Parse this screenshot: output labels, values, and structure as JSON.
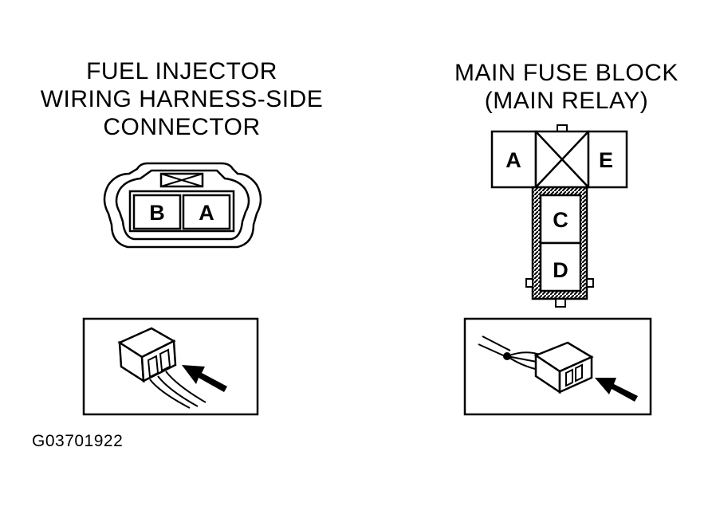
{
  "left": {
    "title_lines": [
      "FUEL INJECTOR",
      "WIRING HARNESS-SIDE",
      "CONNECTOR"
    ],
    "pins": {
      "b": "B",
      "a": "A"
    }
  },
  "right": {
    "title_lines": [
      "MAIN FUSE BLOCK",
      "(MAIN RELAY)"
    ],
    "pins": {
      "a": "A",
      "e": "E",
      "c": "C",
      "d": "D"
    }
  },
  "figure_code": "G03701922"
}
